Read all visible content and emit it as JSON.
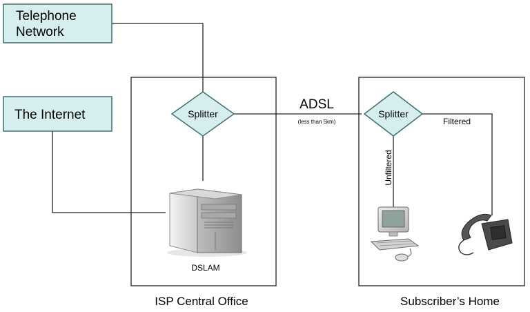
{
  "external": {
    "telephone_line1": "Telephone",
    "telephone_line2": "Network",
    "internet": "The Internet"
  },
  "isp": {
    "caption": "ISP Central Office",
    "splitter": "Splitter",
    "dslam": "DSLAM"
  },
  "link": {
    "label": "ADSL",
    "note": "(less than 5km)"
  },
  "home": {
    "caption": "Subscriber’s Home",
    "splitter": "Splitter",
    "unfiltered": "Unfiltered",
    "filtered": "Filtered"
  },
  "colors": {
    "box_fill": "#d7eeee",
    "box_stroke": "#3f6f6f"
  },
  "icons": [
    "server-icon",
    "computer-icon",
    "telephone-icon"
  ]
}
